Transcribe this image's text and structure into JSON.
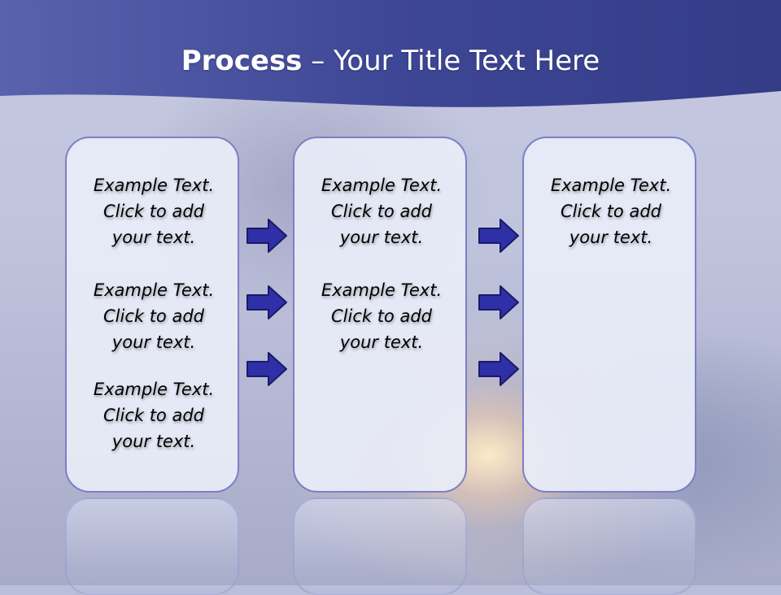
{
  "slide": {
    "title_bold": "Process",
    "title_rest": " – Your Title Text Here"
  },
  "columns": [
    {
      "blocks": [
        [
          "Example Text.",
          "Click  to add",
          "your text."
        ],
        [
          "Example Text.",
          "Click  to add",
          "your text."
        ],
        [
          "Example Text.",
          "Click  to add",
          "your text."
        ]
      ]
    },
    {
      "blocks": [
        [
          "Example Text.",
          "Click  to add",
          "your text."
        ],
        [
          "Example Text.",
          "Click  to add",
          "your text."
        ]
      ]
    },
    {
      "blocks": [
        [
          "Example Text.",
          "Click  to add",
          "your text."
        ]
      ]
    }
  ],
  "colors": {
    "header_dark": "#3b4490",
    "header_light": "#6b74b8",
    "panel_border": "#7b80c4",
    "arrow_fill": "#2f2fa8",
    "arrow_stroke": "#1a1a66"
  },
  "icons": {
    "arrow": "right-arrow-icon"
  }
}
